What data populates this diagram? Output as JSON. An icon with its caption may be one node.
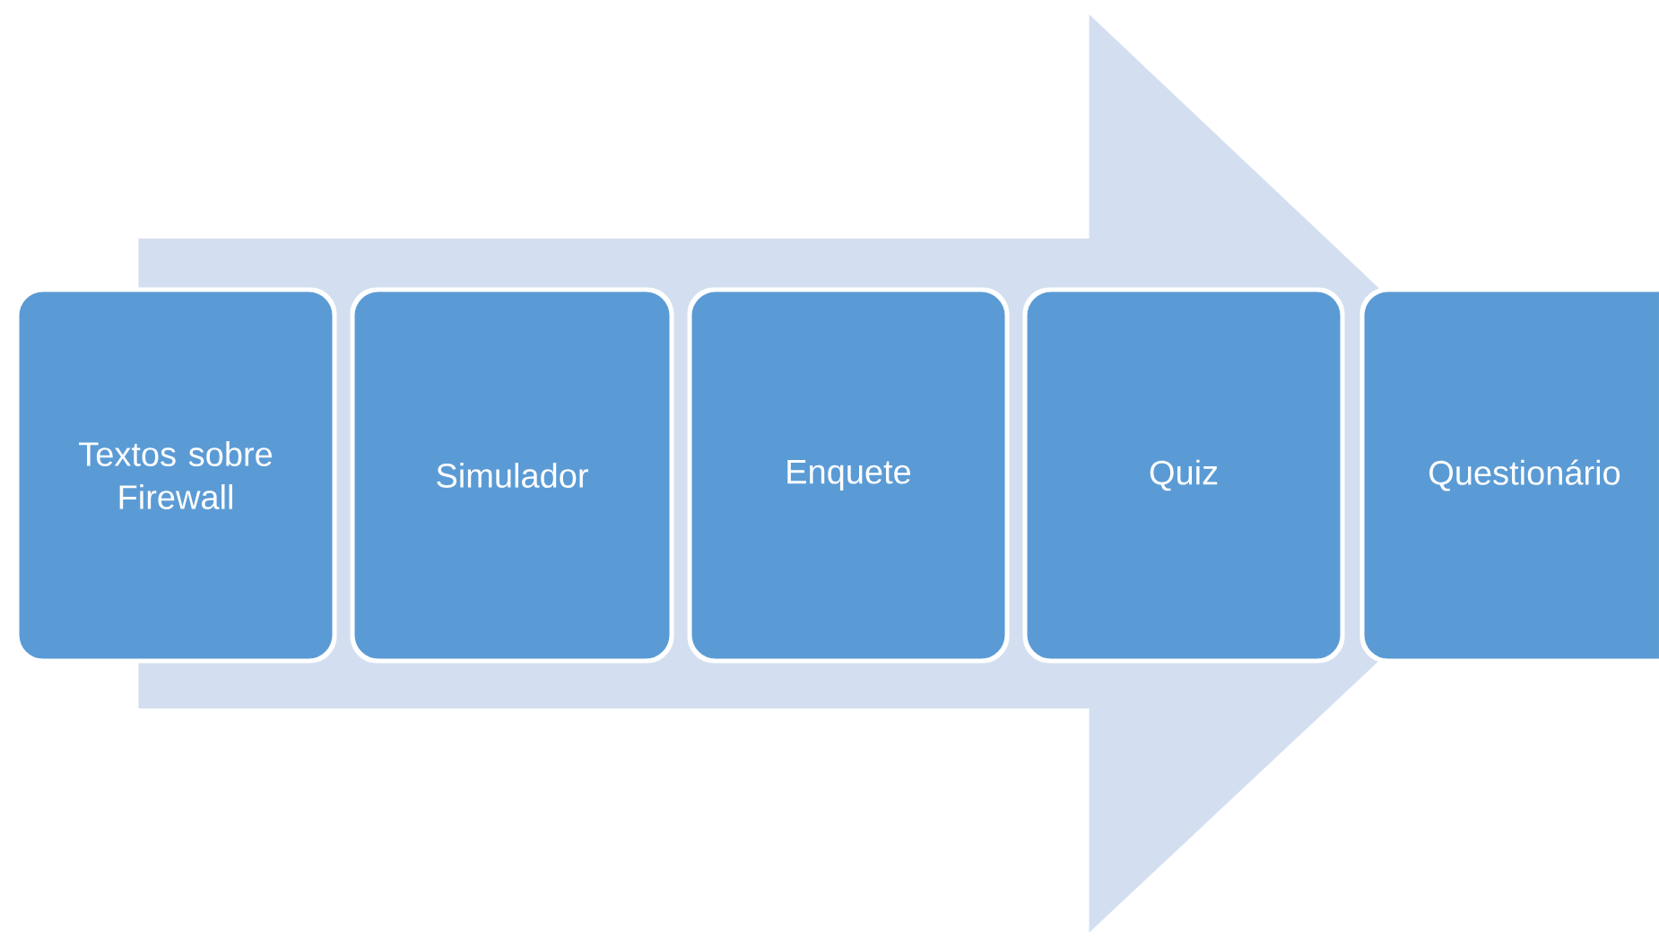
{
  "diagram": {
    "nodes": [
      {
        "text": [
          "Textos sobre Firewall"
        ]
      },
      {
        "text": [
          "Simulador"
        ]
      },
      {
        "text": [
          "Enquete"
        ]
      },
      {
        "text": [
          "Quiz"
        ]
      },
      {
        "text": [
          "Questionário"
        ]
      }
    ],
    "edges": [
      {
        "from": 0,
        "to": 4,
        "arrow": "to",
        "style": "thick",
        "color": "#d3dff0"
      }
    ]
  }
}
